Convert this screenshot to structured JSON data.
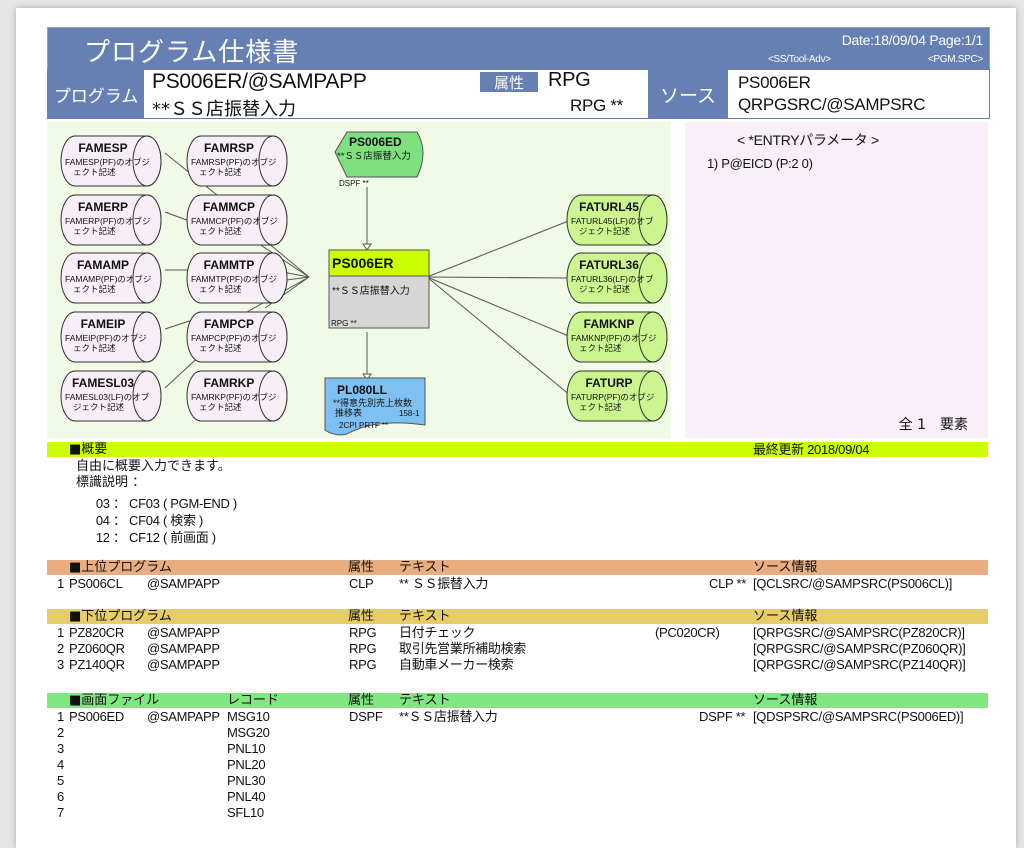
{
  "header": {
    "title": "プログラム仕様書",
    "date_page": "Date:18/09/04 Page:1/1",
    "tool": "<SS/Tool-Adv>",
    "doc_type": "<PGM.SPC>",
    "program_label": "プログラム",
    "program_name": "PS006ER/@SAMPAPP",
    "program_text": "**ＳＳ店振替入力",
    "attribute_label": "属性",
    "attribute_value": "RPG",
    "attribute_sub": "RPG **",
    "source_label": "ソース",
    "source_member": "PS006ER",
    "source_file": "QRPGSRC/@SAMPSRC"
  },
  "diagram": {
    "center": {
      "name": "PS006ER",
      "text": "**ＳＳ店振替入力",
      "type": "RPG **",
      "header_color": "#ccff00",
      "body_color": "#d6d6d6"
    },
    "display_file": {
      "name": "PS006ED",
      "text": "**ＳＳ店振替入力",
      "type": "DSPF **",
      "color": "#7ee07e"
    },
    "printer_file": {
      "name": "PL080LL",
      "text1": "**得意先別売上枚数",
      "text2": "推移表",
      "text2_right": "158-1",
      "type": "2CPI PRTF **",
      "color": "#7fc0f2"
    },
    "left_files": [
      {
        "name": "FAMESP",
        "desc1": "FAMESP(PF)のオブジ",
        "desc2": "ェクト記述"
      },
      {
        "name": "FAMERP",
        "desc1": "FAMERP(PF)のオブジ",
        "desc2": "ェクト記述"
      },
      {
        "name": "FAMAMP",
        "desc1": "FAMAMP(PF)のオブジ",
        "desc2": "ェクト記述"
      },
      {
        "name": "FAMEIP",
        "desc1": "FAMEIP(PF)のオブジ",
        "desc2": "ェクト記述"
      },
      {
        "name": "FAMESL03",
        "desc1": "FAMESL03(LF)のオブ",
        "desc2": "ジェクト記述"
      }
    ],
    "mid_files": [
      {
        "name": "FAMRSP",
        "desc1": "FAMRSP(PF)のオブジ",
        "desc2": "ェクト記述"
      },
      {
        "name": "FAMMCP",
        "desc1": "FAMMCP(PF)のオブジ",
        "desc2": "ェクト記述"
      },
      {
        "name": "FAMMTP",
        "desc1": "FAMMTP(PF)のオブジ",
        "desc2": "ェクト記述"
      },
      {
        "name": "FAMPCP",
        "desc1": "FAMPCP(PF)のオブジ",
        "desc2": "ェクト記述"
      },
      {
        "name": "FAMRKP",
        "desc1": "FAMRKP(PF)のオブジ",
        "desc2": "ェクト記述"
      }
    ],
    "right_files": [
      {
        "name": "FATURL45",
        "desc1": "FATURL45(LF)のオブ",
        "desc2": "ジェクト記述"
      },
      {
        "name": "FATURL36",
        "desc1": "FATURL36(LF)のオブ",
        "desc2": "ジェクト記述"
      },
      {
        "name": "FAMKNP",
        "desc1": "FAMKNP(PF)のオブジ",
        "desc2": "ェクト記述"
      },
      {
        "name": "FATURP",
        "desc1": "FATURP(PF)のオブジ",
        "desc2": "ェクト記述"
      }
    ],
    "input_file_color": "#f7eef7",
    "output_file_color": "#ccf590"
  },
  "entry": {
    "title": "< *ENTRYパラメータ >",
    "items": [
      "1) P@EICD (P:2 0)"
    ],
    "count": "全 1　要素"
  },
  "overview": {
    "heading": "■概要",
    "last_updated": "最終更新 2018/09/04",
    "lines": [
      "自由に概要入力できます。",
      "標識説明 ：",
      "      03 ： CF03 ( PGM-END )",
      "      04 ： CF04 ( 検索 )",
      "      12 ： CF12 ( 前画面 )"
    ]
  },
  "upper_programs": {
    "heading": "■上位プログラム",
    "col_attr": "属性",
    "col_text": "テキスト",
    "col_source": "ソース情報",
    "rows": [
      {
        "no": "1",
        "name": "PS006CL",
        "lib": "@SAMPAPP",
        "attr": "CLP",
        "text": "** ＳＳ振替入力",
        "note": "CLP **",
        "source": "[QCLSRC/@SAMPSRC(PS006CL)]"
      }
    ]
  },
  "lower_programs": {
    "heading": "■下位プログラム",
    "col_attr": "属性",
    "col_text": "テキスト",
    "col_source": "ソース情報",
    "rows": [
      {
        "no": "1",
        "name": "PZ820CR",
        "lib": "@SAMPAPP",
        "attr": "RPG",
        "text": "日付チェック",
        "note": "(PC020CR)",
        "source": "[QRPGSRC/@SAMPSRC(PZ820CR)]"
      },
      {
        "no": "2",
        "name": "PZ060QR",
        "lib": "@SAMPAPP",
        "attr": "RPG",
        "text": "取引先営業所補助検索",
        "note": "",
        "source": "[QRPGSRC/@SAMPSRC(PZ060QR)]"
      },
      {
        "no": "3",
        "name": "PZ140QR",
        "lib": "@SAMPAPP",
        "attr": "RPG",
        "text": "自動車メーカー検索",
        "note": "",
        "source": "[QRPGSRC/@SAMPSRC(PZ140QR)]"
      }
    ]
  },
  "screen_files": {
    "heading": "■画面ファイル",
    "col_record": "レコード",
    "col_attr": "属性",
    "col_text": "テキスト",
    "col_source": "ソース情報",
    "file": {
      "name": "PS006ED",
      "lib": "@SAMPAPP",
      "attr": "DSPF",
      "text": "**ＳＳ店振替入力",
      "note": "DSPF **",
      "source": "[QDSPSRC/@SAMPSRC(PS006ED)]"
    },
    "records": [
      {
        "no": "1",
        "record": "MSG10"
      },
      {
        "no": "2",
        "record": "MSG20"
      },
      {
        "no": "3",
        "record": "PNL10"
      },
      {
        "no": "4",
        "record": "PNL20"
      },
      {
        "no": "5",
        "record": "PNL30"
      },
      {
        "no": "6",
        "record": "PNL40"
      },
      {
        "no": "7",
        "record": "SFL10"
      }
    ]
  }
}
